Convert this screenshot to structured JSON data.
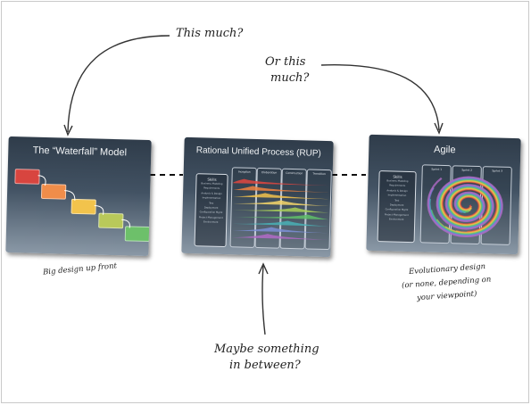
{
  "annotations": {
    "this_much": "This much?",
    "or_this_much_1": "Or this",
    "or_this_much_2": "much?",
    "maybe_1": "Maybe something",
    "maybe_2": "in between?"
  },
  "captions": {
    "waterfall": "Big design up front",
    "agile_1": "Evolutionary design",
    "agile_2": "(or none, depending on",
    "agile_3": "your viewpoint)"
  },
  "slides": {
    "waterfall": {
      "title": "The “Waterfall” Model",
      "steps": [
        {
          "label": "",
          "color": "#d8453f"
        },
        {
          "label": "",
          "color": "#f08d4a"
        },
        {
          "label": "",
          "color": "#f2c34c"
        },
        {
          "label": "",
          "color": "#b9c95a"
        },
        {
          "label": "",
          "color": "#6dc06a"
        }
      ]
    },
    "rup": {
      "title": "Rational Unified Process (RUP)",
      "disciplines_head": "Skills",
      "disciplines": [
        "Business Modeling",
        "Requirements",
        "Analysis & Design",
        "Implementation",
        "Test",
        "Deployment",
        "Configuration Mgmt",
        "Project Management",
        "Environment"
      ],
      "phases": [
        "Inception",
        "Elaboration",
        "Construction",
        "Transition"
      ]
    },
    "agile": {
      "title": "Agile",
      "disciplines_head": "Skills",
      "disciplines": [
        "Business Modeling",
        "Requirements",
        "Analysis & Design",
        "Implementation",
        "Test",
        "Deployment",
        "Configuration Mgmt",
        "Project Management",
        "Environment"
      ],
      "sprints": [
        "Sprint 1",
        "Sprint 2",
        "Sprint 3"
      ]
    }
  },
  "colors": {
    "rup_humps": [
      "#e0473f",
      "#f0823f",
      "#f3c24b",
      "#f6d66a",
      "#a9cf59",
      "#5fbf6a",
      "#49b2b6",
      "#7b8fd6",
      "#b06ac6"
    ],
    "spiral": [
      "#e0473f",
      "#f08d4a",
      "#f2c34c",
      "#b9c95a",
      "#5fbf6a",
      "#49b2b6",
      "#6c80d3",
      "#b06ac6"
    ]
  }
}
